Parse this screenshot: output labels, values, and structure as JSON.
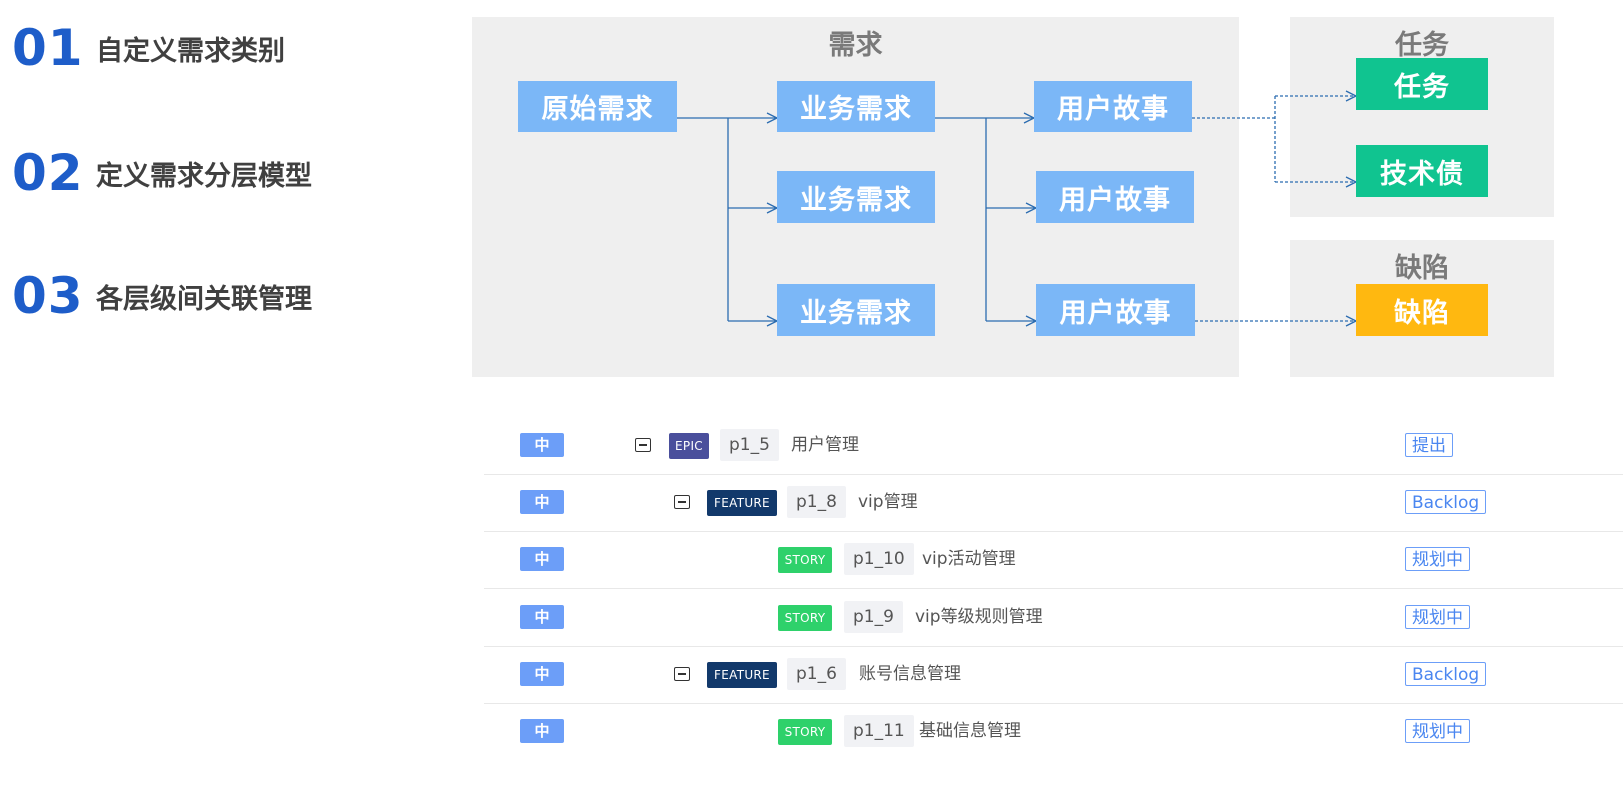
{
  "steps": [
    {
      "num": "01",
      "text": "自定义需求类别"
    },
    {
      "num": "02",
      "text": "定义需求分层模型"
    },
    {
      "num": "03",
      "text": "各层级间关联管理"
    }
  ],
  "diagram": {
    "panel_demand_title": "需求",
    "panel_task_title": "任务",
    "panel_defect_title": "缺陷",
    "raw": "原始需求",
    "biz": [
      "业务需求",
      "业务需求",
      "业务需求"
    ],
    "story": [
      "用户故事",
      "用户故事",
      "用户故事"
    ],
    "task": "任务",
    "tech_debt": "技术债",
    "defect": "缺陷",
    "colors": {
      "blue_box": "#7bb7f7",
      "green_box": "#10c490",
      "yellow_box": "#ffb810",
      "connector": "#2b6cb0"
    }
  },
  "table": {
    "rows": [
      {
        "priority": "中",
        "type": "EPIC",
        "code": "p1_5",
        "title": "用户管理",
        "status": "提出"
      },
      {
        "priority": "中",
        "type": "FEATURE",
        "code": "p1_8",
        "title": "vip管理",
        "status": "Backlog"
      },
      {
        "priority": "中",
        "type": "STORY",
        "code": "p1_10",
        "title": "vip活动管理",
        "status": "规划中"
      },
      {
        "priority": "中",
        "type": "STORY",
        "code": "p1_9",
        "title": "vip等级规则管理",
        "status": "规划中"
      },
      {
        "priority": "中",
        "type": "FEATURE",
        "code": "p1_6",
        "title": "账号信息管理",
        "status": "Backlog"
      },
      {
        "priority": "中",
        "type": "STORY",
        "code": "p1_11",
        "title": "基础信息管理",
        "status": "规划中"
      }
    ]
  }
}
